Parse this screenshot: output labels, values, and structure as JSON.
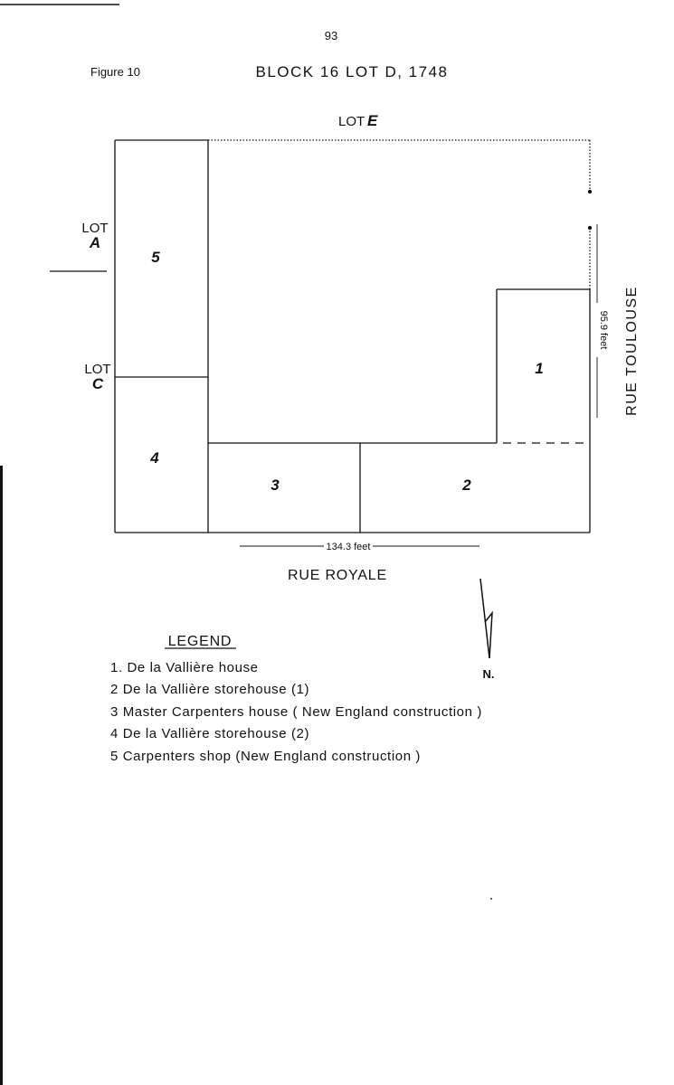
{
  "page_number": "93",
  "figure_label": "Figure 10",
  "title": "BLOCK 16 LOT D, 1748",
  "plan": {
    "lot_e": "LOT",
    "lot_e_letter": "E",
    "lot_a": "LOT",
    "lot_a_letter": "A",
    "lot_c": "LOT",
    "lot_c_letter": "C",
    "parcels": [
      "1",
      "2",
      "3",
      "4",
      "5"
    ],
    "width_dimension": "134.3 feet",
    "depth_dimension": "95.9 feet",
    "street_south": "RUE ROYALE",
    "street_east": "RUE TOULOUSE",
    "north_label": "N."
  },
  "legend": {
    "title": "LEGEND",
    "items": [
      "1. De la Vallière house",
      "2 De la Vallière storehouse (1)",
      "3 Master Carpenters house ( New England construction )",
      "4 De la Vallière storehouse (2)",
      "5 Carpenters shop (New England construction )"
    ]
  }
}
